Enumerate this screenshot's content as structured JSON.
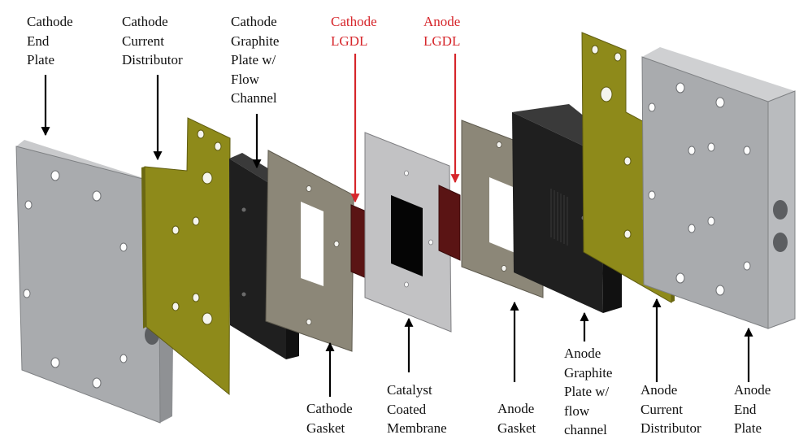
{
  "colors": {
    "label_text": "#111111",
    "highlight_text": "#d6262b",
    "end_plate": "#a9abae",
    "current_distributor": "#8e8a1a",
    "graphite_plate": "#1f1f1f",
    "gasket": "#8c8778",
    "membrane": "#c2c2c4",
    "lgdl": "#5a1414"
  },
  "labels": {
    "cathode_end_plate": "Cathode\nEnd\nPlate",
    "cathode_current_distributor": "Cathode\nCurrent\nDistributor",
    "cathode_graphite_plate": "Cathode\nGraphite\nPlate w/\nFlow\nChannel",
    "cathode_lgdl": "Cathode\nLGDL",
    "anode_lgdl": "Anode\nLGDL",
    "cathode_gasket": "Cathode\nGasket",
    "catalyst_coated_membrane": "Catalyst\nCoated\nMembrane",
    "anode_gasket": "Anode\nGasket",
    "anode_graphite_plate": "Anode\nGraphite\nPlate w/\nflow\nchannel",
    "anode_current_distributor": "Anode\nCurrent\nDistributor",
    "anode_end_plate": "Anode\nEnd\nPlate"
  }
}
